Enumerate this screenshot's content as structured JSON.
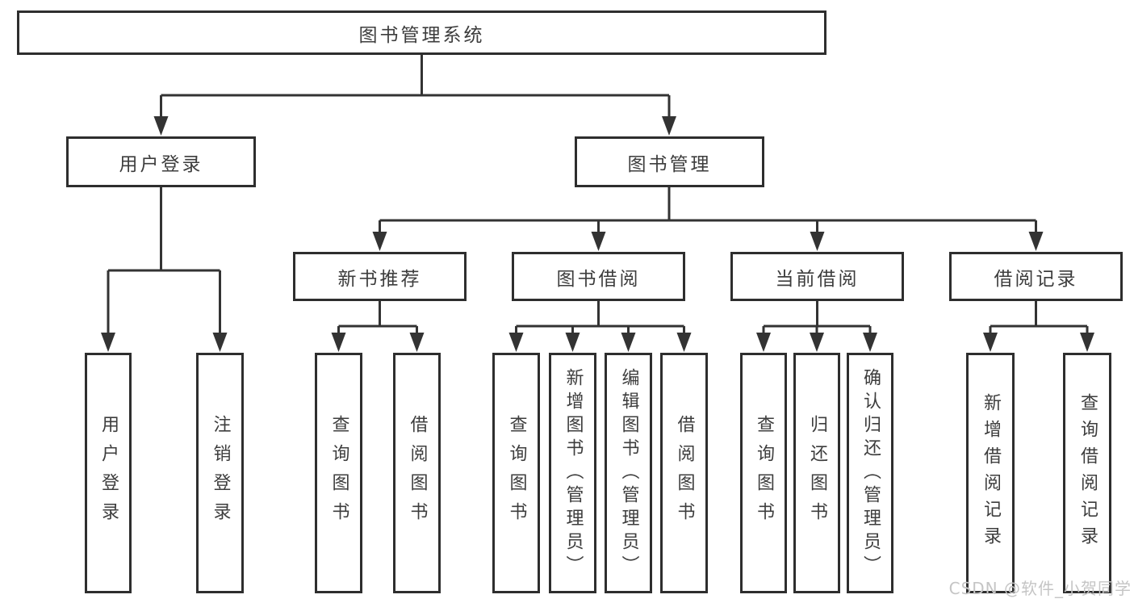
{
  "diagram": {
    "title": "图书管理系统",
    "root": {
      "label": "图书管理系统"
    },
    "level2": [
      {
        "label": "用户登录",
        "parent": "图书管理系统"
      },
      {
        "label": "图书管理",
        "parent": "图书管理系统"
      }
    ],
    "level3": [
      {
        "label": "新书推荐",
        "parent": "图书管理"
      },
      {
        "label": "图书借阅",
        "parent": "图书管理"
      },
      {
        "label": "当前借阅",
        "parent": "图书管理"
      },
      {
        "label": "借阅记录",
        "parent": "图书管理"
      }
    ],
    "level4": [
      {
        "label": "用户登录",
        "parent": "用户登录"
      },
      {
        "label": "注销登录",
        "parent": "用户登录"
      },
      {
        "label": "查询图书",
        "parent": "新书推荐"
      },
      {
        "label": "借阅图书",
        "parent": "新书推荐"
      },
      {
        "label": "查询图书",
        "parent": "图书借阅"
      },
      {
        "label": "新增图书（管理员）",
        "parent": "图书借阅"
      },
      {
        "label": "编辑图书（管理员）",
        "parent": "图书借阅"
      },
      {
        "label": "借阅图书",
        "parent": "图书借阅"
      },
      {
        "label": "查询图书",
        "parent": "当前借阅"
      },
      {
        "label": "归还图书",
        "parent": "当前借阅"
      },
      {
        "label": "确认归还（管理员）",
        "parent": "当前借阅"
      },
      {
        "label": "新增借阅记录",
        "parent": "借阅记录"
      },
      {
        "label": "查询借阅记录",
        "parent": "借阅记录"
      }
    ]
  },
  "watermark": {
    "text": "CSDN @软件_小贺同学"
  },
  "colors": {
    "line": "#333333",
    "border": "#2e2e2e",
    "text": "#3d3d3d",
    "watermark_text": "#c5c5c5",
    "background": "#ffffff"
  }
}
